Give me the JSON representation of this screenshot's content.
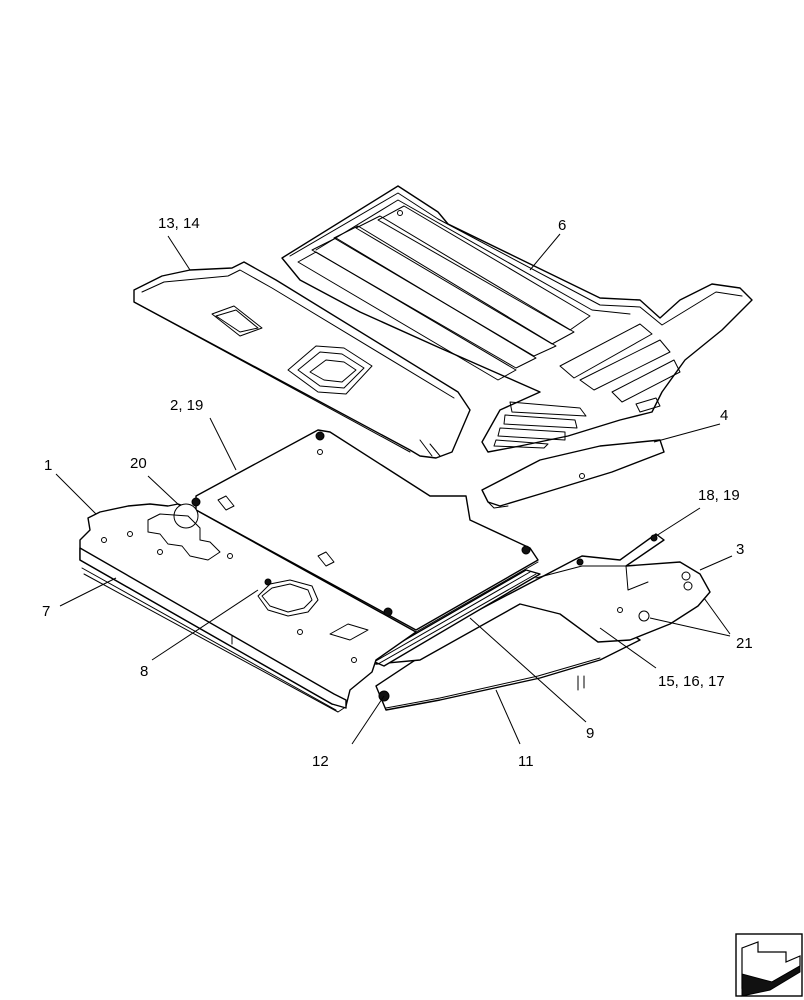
{
  "callouts": [
    {
      "id": "c1",
      "text": "1"
    },
    {
      "id": "c2",
      "text": "2, 19"
    },
    {
      "id": "c3",
      "text": "3"
    },
    {
      "id": "c4",
      "text": "4"
    },
    {
      "id": "c6",
      "text": "6"
    },
    {
      "id": "c7",
      "text": "7"
    },
    {
      "id": "c8",
      "text": "8"
    },
    {
      "id": "c9",
      "text": "9"
    },
    {
      "id": "c11",
      "text": "11"
    },
    {
      "id": "c12",
      "text": "12"
    },
    {
      "id": "c13",
      "text": "13, 14"
    },
    {
      "id": "c15",
      "text": "15, 16, 17"
    },
    {
      "id": "c18",
      "text": "18, 19"
    },
    {
      "id": "c20",
      "text": "20"
    },
    {
      "id": "c21",
      "text": "21"
    }
  ],
  "nav_icon": "next-page-arrow-icon"
}
